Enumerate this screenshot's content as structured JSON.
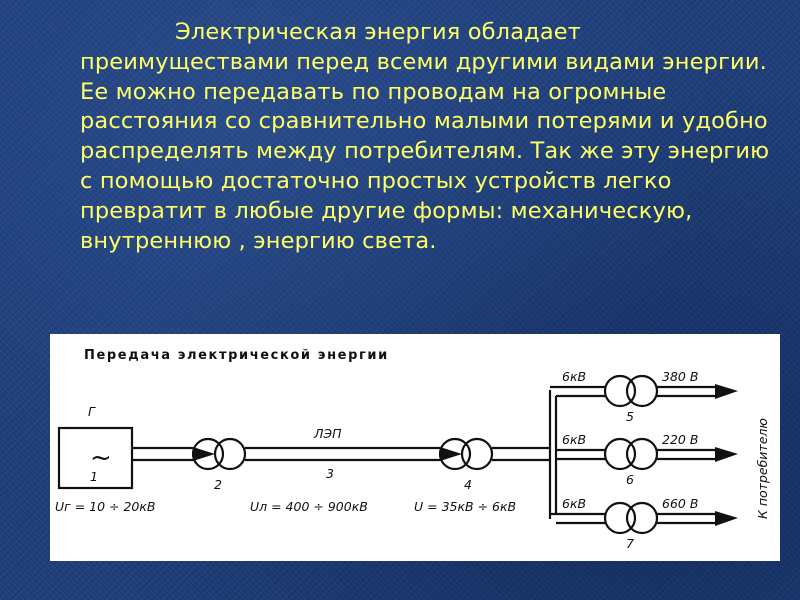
{
  "slide": {
    "paragraph": "Электрическая энергия обладает преимуществами перед всеми другими видами энергии. Ее можно передавать по проводам на огромные расстояния со сравнительно малыми потерями и удобно распределять между потребителям. Так же эту энергию с помощью достаточно простых устройств легко превратит в любые другие формы: механическую, внутреннюю , энергию света."
  },
  "diagram": {
    "title": "Передача электрической энергии",
    "generator_letter": "Г",
    "generator_symbol": "~",
    "generator_number": "1",
    "transformer_step_up_number": "2",
    "line_name": "ЛЭП",
    "line_number": "3",
    "transformer_step_down_number": "4",
    "voltage_generator": "Uг = 10 ÷ 20кВ",
    "voltage_line": "Uл = 400 ÷ 900кВ",
    "voltage_distribution": "U = 35кВ ÷ 6кВ",
    "consumer_label": "К потребителю",
    "branches": [
      {
        "input": "6кВ",
        "output": "380 В",
        "number": "5"
      },
      {
        "input": "6кВ",
        "output": "220 В",
        "number": "6"
      },
      {
        "input": "6кВ",
        "output": "660 В",
        "number": "7"
      }
    ]
  }
}
